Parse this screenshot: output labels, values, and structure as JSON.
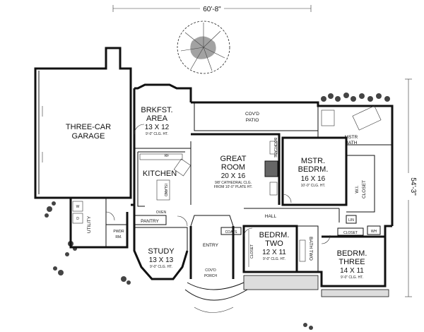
{
  "dimensions": {
    "width_label": "60'-8\"",
    "depth_label": "54'-3\""
  },
  "rooms": {
    "garage": {
      "name_line1": "THREE-CAR",
      "name_line2": "GARAGE"
    },
    "brkfst": {
      "name_line1": "BRKFST.",
      "name_line2": "AREA",
      "size": "13 X 12",
      "note": "9'-0\" CLG. HT."
    },
    "patio": {
      "name_line1": "COV'D",
      "name_line2": "PATIO"
    },
    "great": {
      "name_line1": "GREAT",
      "name_line2": "ROOM",
      "size": "20 X 16",
      "note1": "9/8' CATHEDRAL CLG.",
      "note2": "FROM 10'-0\" PLATE HT."
    },
    "kitchen": {
      "name": "KITCHEN",
      "island": "ISLAND",
      "ref": "RF"
    },
    "mstr": {
      "name_line1": "MSTR.",
      "name_line2": "BEDRM.",
      "size": "16 X 16",
      "note": "10'-0\" CLG. HT."
    },
    "mstrbath": {
      "name_line1": "MSTR",
      "name_line2": "BATH"
    },
    "wicloset": {
      "line1": "W.I.",
      "line2": "CLOSET"
    },
    "hall": {
      "name": "HALL"
    },
    "utility": {
      "name": "UTILITY"
    },
    "pwdr": {
      "line1": "PWDR",
      "line2": "RM."
    },
    "pantry": {
      "name": "PANTRY",
      "oven": "OVEN"
    },
    "study": {
      "name": "STUDY",
      "size": "13 X 13",
      "note": "9'-0\" CLG. HT."
    },
    "entry": {
      "name": "ENTRY"
    },
    "porch": {
      "name_line1": "COV'D",
      "name_line2": "PORCH"
    },
    "coats": {
      "name": "COATS"
    },
    "bedtwo": {
      "name_line1": "BEDRM.",
      "name_line2": "TWO",
      "size": "12 X 11",
      "note": "9'-0\" CLG. HT.",
      "closet": "CLOSET"
    },
    "bathtwo": {
      "name": "BATH TWO"
    },
    "bedthree": {
      "name_line1": "BEDRM.",
      "name_line2": "THREE",
      "size": "14 X 11",
      "note": "9'-0\" CLG. HT.",
      "closet": "CLOSET"
    },
    "linen": {
      "name": "LIN"
    },
    "wh": {
      "name": "WH"
    },
    "bookcase": {
      "name": "BOOKCASE"
    }
  }
}
